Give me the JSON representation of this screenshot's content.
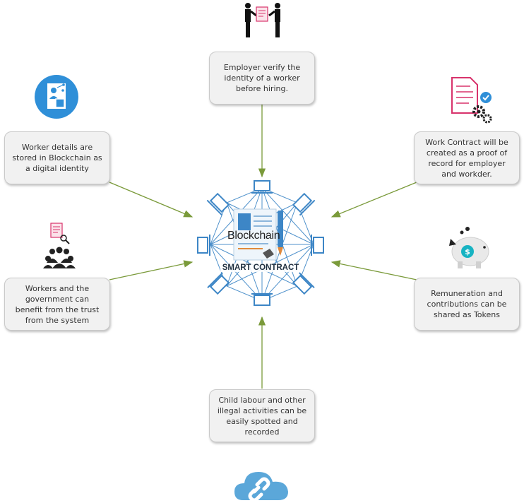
{
  "center": {
    "title": "Blockchain",
    "subtitle": "SMART CONTRACT"
  },
  "boxes": {
    "top": "Employer verify the identity of a worker before hiring.",
    "top_left": "Worker details are stored in  Blockchain as a digital identity",
    "top_right": "Work Contract will be created as a proof of record for employer and workder.",
    "bottom_left": "Workers and the government can benefit from the trust from the system",
    "bottom_right": "Remuneration and contributions can be shared as Tokens",
    "bottom": "Child labour and other illegal activities can be easily spotted and recorded"
  },
  "icons": {
    "top": "handshake-document-icon",
    "top_left": "digital-identity-icon",
    "top_right": "contract-gears-icon",
    "bottom_left": "people-search-icon",
    "bottom_right": "piggy-bank-coin-icon",
    "bottom": "cloud-link-icon"
  },
  "colors": {
    "arrow": "#7a9a3a",
    "network": "#3d86c6",
    "box_fill": "#f1f1f1",
    "accent_pink": "#d8336c",
    "accent_blue": "#2f8fd8"
  }
}
